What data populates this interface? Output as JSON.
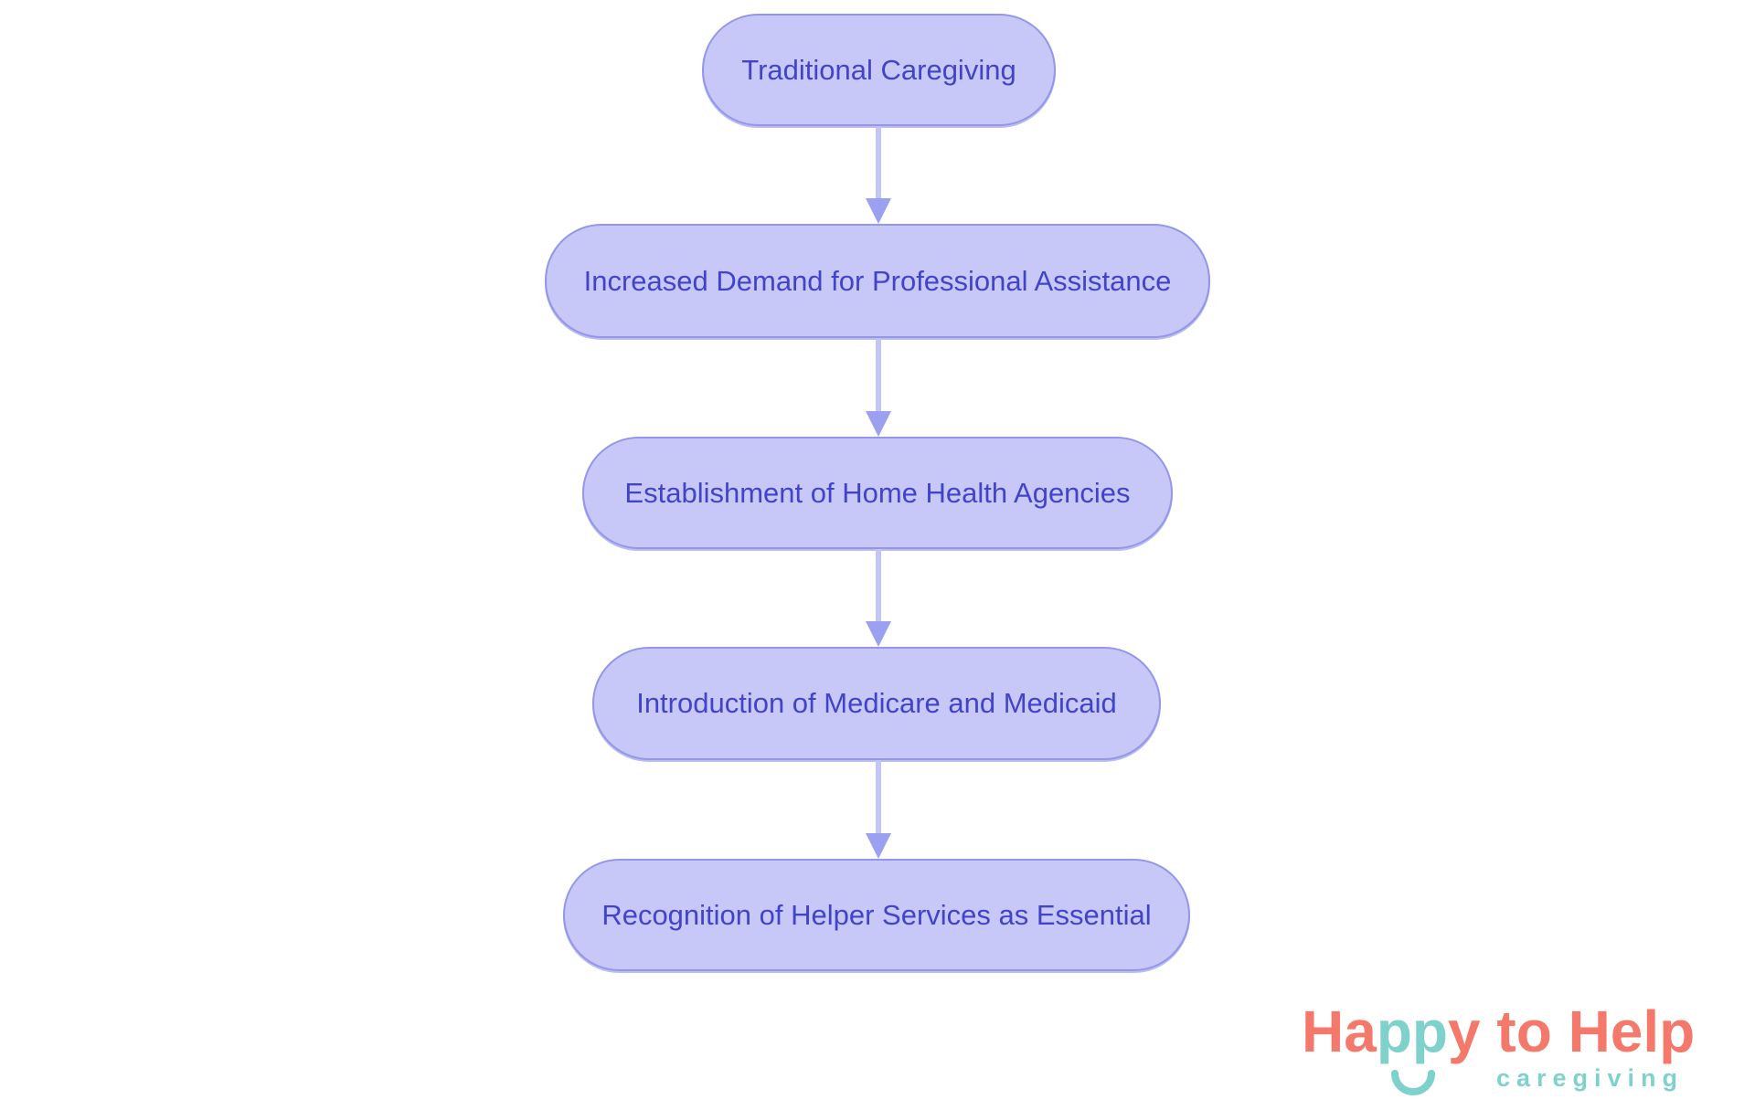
{
  "flowchart": {
    "nodes": [
      {
        "label": "Traditional Caregiving"
      },
      {
        "label": "Increased Demand for Professional Assistance"
      },
      {
        "label": "Establishment of Home Health Agencies"
      },
      {
        "label": "Introduction of Medicare and Medicaid"
      },
      {
        "label": "Recognition of Helper Services as Essential"
      }
    ],
    "connector_style": "straight-down-arrow",
    "colors": {
      "node_fill": "#c7c8f8",
      "node_border": "#9396ea",
      "node_text": "#4144c9",
      "arrow_shaft": "#c3c5f7",
      "arrow_head": "#9ba0f0",
      "background": "#ffffff"
    }
  },
  "logo": {
    "wordmark_part_1": "Ha",
    "wordmark_part_2": "pp",
    "wordmark_part_3": "y",
    "wordmark_part_4": " to Help",
    "tagline": "caregiving",
    "colors": {
      "coral": "#f4796b",
      "teal": "#7fd2cb"
    }
  }
}
